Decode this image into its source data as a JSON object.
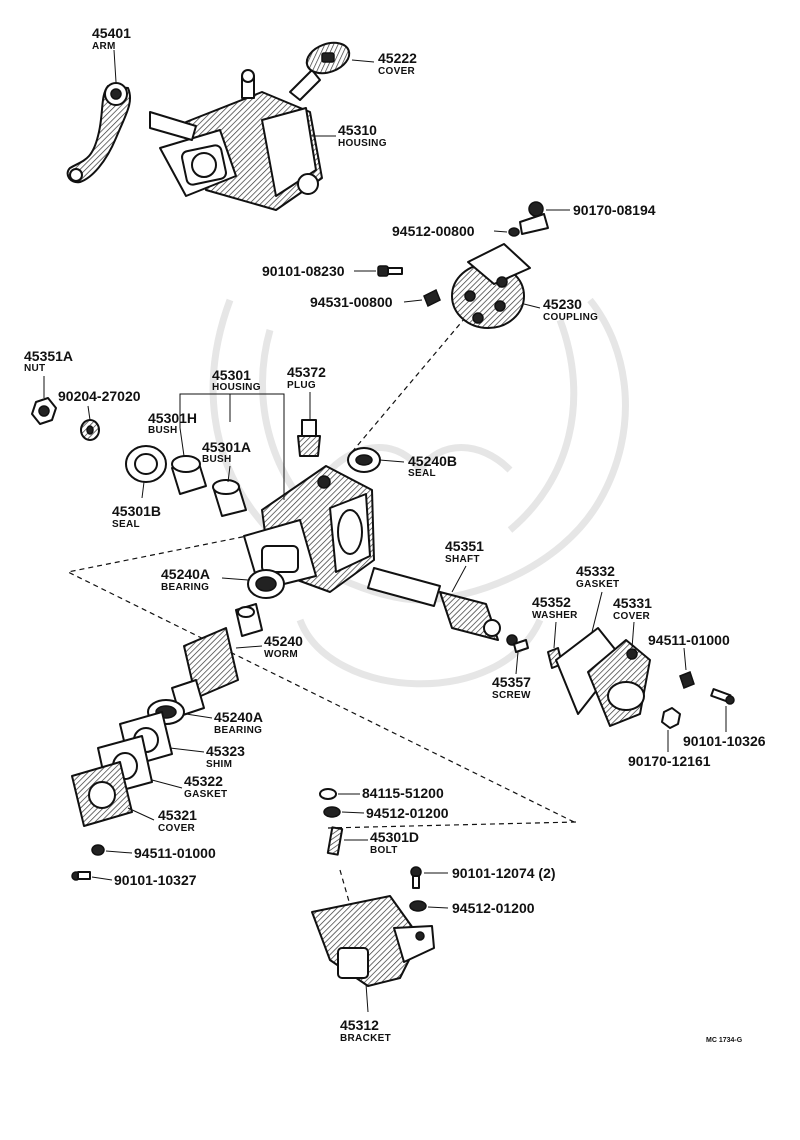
{
  "parts": [
    {
      "id": "arm",
      "number": "45401",
      "name": "ARM"
    },
    {
      "id": "cover-top",
      "number": "45222",
      "name": "COVER"
    },
    {
      "id": "housing-assy",
      "number": "45310",
      "name": "HOUSING"
    },
    {
      "id": "nut-08194",
      "number": "90170-08194",
      "name": ""
    },
    {
      "id": "washer-00800",
      "number": "94512-00800",
      "name": ""
    },
    {
      "id": "bolt-08230",
      "number": "90101-08230",
      "name": ""
    },
    {
      "id": "pin-00800",
      "number": "94531-00800",
      "name": ""
    },
    {
      "id": "coupling",
      "number": "45230",
      "name": "COUPLING"
    },
    {
      "id": "nut",
      "number": "45351A",
      "name": "NUT"
    },
    {
      "id": "washer-27020",
      "number": "90204-27020",
      "name": ""
    },
    {
      "id": "housing",
      "number": "45301",
      "name": "HOUSING"
    },
    {
      "id": "plug",
      "number": "45372",
      "name": "PLUG"
    },
    {
      "id": "bush-h",
      "number": "45301H",
      "name": "BUSH"
    },
    {
      "id": "bush-a",
      "number": "45301A",
      "name": "BUSH"
    },
    {
      "id": "seal-b",
      "number": "45301B",
      "name": "SEAL"
    },
    {
      "id": "seal-240b",
      "number": "45240B",
      "name": "SEAL"
    },
    {
      "id": "shaft",
      "number": "45351",
      "name": "SHAFT"
    },
    {
      "id": "bearing-1",
      "number": "45240A",
      "name": "BEARING"
    },
    {
      "id": "gasket-332",
      "number": "45332",
      "name": "GASKET"
    },
    {
      "id": "washer-352",
      "number": "45352",
      "name": "WASHER"
    },
    {
      "id": "cover-331",
      "number": "45331",
      "name": "COVER"
    },
    {
      "id": "worm",
      "number": "45240",
      "name": "WORM"
    },
    {
      "id": "washer-01000a",
      "number": "94511-01000",
      "name": ""
    },
    {
      "id": "screw",
      "number": "45357",
      "name": "SCREW"
    },
    {
      "id": "bolt-10326",
      "number": "90101-10326",
      "name": ""
    },
    {
      "id": "bearing-2",
      "number": "45240A",
      "name": "BEARING"
    },
    {
      "id": "shim",
      "number": "45323",
      "name": "SHIM"
    },
    {
      "id": "nut-12161",
      "number": "90170-12161",
      "name": ""
    },
    {
      "id": "gasket-322",
      "number": "45322",
      "name": "GASKET"
    },
    {
      "id": "washer-51200",
      "number": "84115-51200",
      "name": ""
    },
    {
      "id": "washer-01200a",
      "number": "94512-01200",
      "name": ""
    },
    {
      "id": "cover-321",
      "number": "45321",
      "name": "COVER"
    },
    {
      "id": "bolt-d",
      "number": "45301D",
      "name": "BOLT"
    },
    {
      "id": "washer-01000b",
      "number": "94511-01000",
      "name": ""
    },
    {
      "id": "bolt-12074",
      "number": "90101-12074 (2)",
      "name": ""
    },
    {
      "id": "bolt-10327",
      "number": "90101-10327",
      "name": ""
    },
    {
      "id": "washer-01200b",
      "number": "94512-01200",
      "name": ""
    },
    {
      "id": "bracket",
      "number": "45312",
      "name": "BRACKET"
    }
  ],
  "reference_code": "MC 1734-G",
  "colors": {
    "ink": "#111111",
    "paper": "#ffffff",
    "watermark": "#e6e6e6"
  }
}
